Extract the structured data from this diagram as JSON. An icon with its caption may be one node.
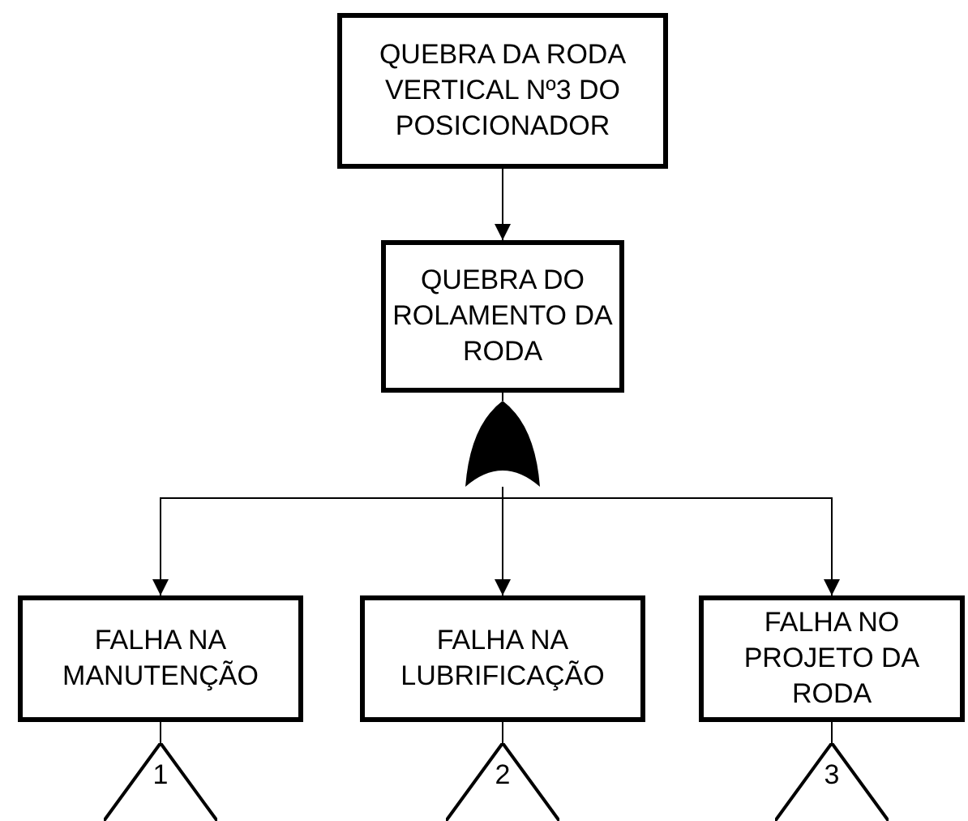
{
  "diagram": {
    "nodes": [
      {
        "text": [
          "QUEBRA DA RODA VERTICAL Nº3 DO POSICIONADOR"
        ]
      },
      {
        "text": [
          "QUEBRA DO ROLAMENTO DA RODA"
        ]
      },
      {
        "text": [],
        "shape": "gate"
      },
      {
        "text": [
          "FALHA NA MANUTENÇÃO"
        ]
      },
      {
        "text": [
          "FALHA NA LUBRIFICAÇÃO"
        ]
      },
      {
        "text": [
          "FALHA NO PROJETO DA RODA"
        ]
      },
      {
        "text": [
          "1"
        ]
      },
      {
        "text": [
          "2"
        ]
      },
      {
        "text": [
          "3"
        ]
      }
    ],
    "edges": [
      {
        "from": 0,
        "to": 1,
        "arrow": "to"
      },
      {
        "from": 1,
        "to": 2,
        "arrow": "none"
      },
      {
        "from": 2,
        "to": 3,
        "arrow": "to"
      },
      {
        "from": 2,
        "to": 4,
        "arrow": "to"
      },
      {
        "from": 2,
        "to": 5,
        "arrow": "to"
      },
      {
        "from": 3,
        "to": 6,
        "arrow": "none"
      },
      {
        "from": 4,
        "to": 7,
        "arrow": "none"
      },
      {
        "from": 5,
        "to": 8,
        "arrow": "none"
      }
    ]
  }
}
